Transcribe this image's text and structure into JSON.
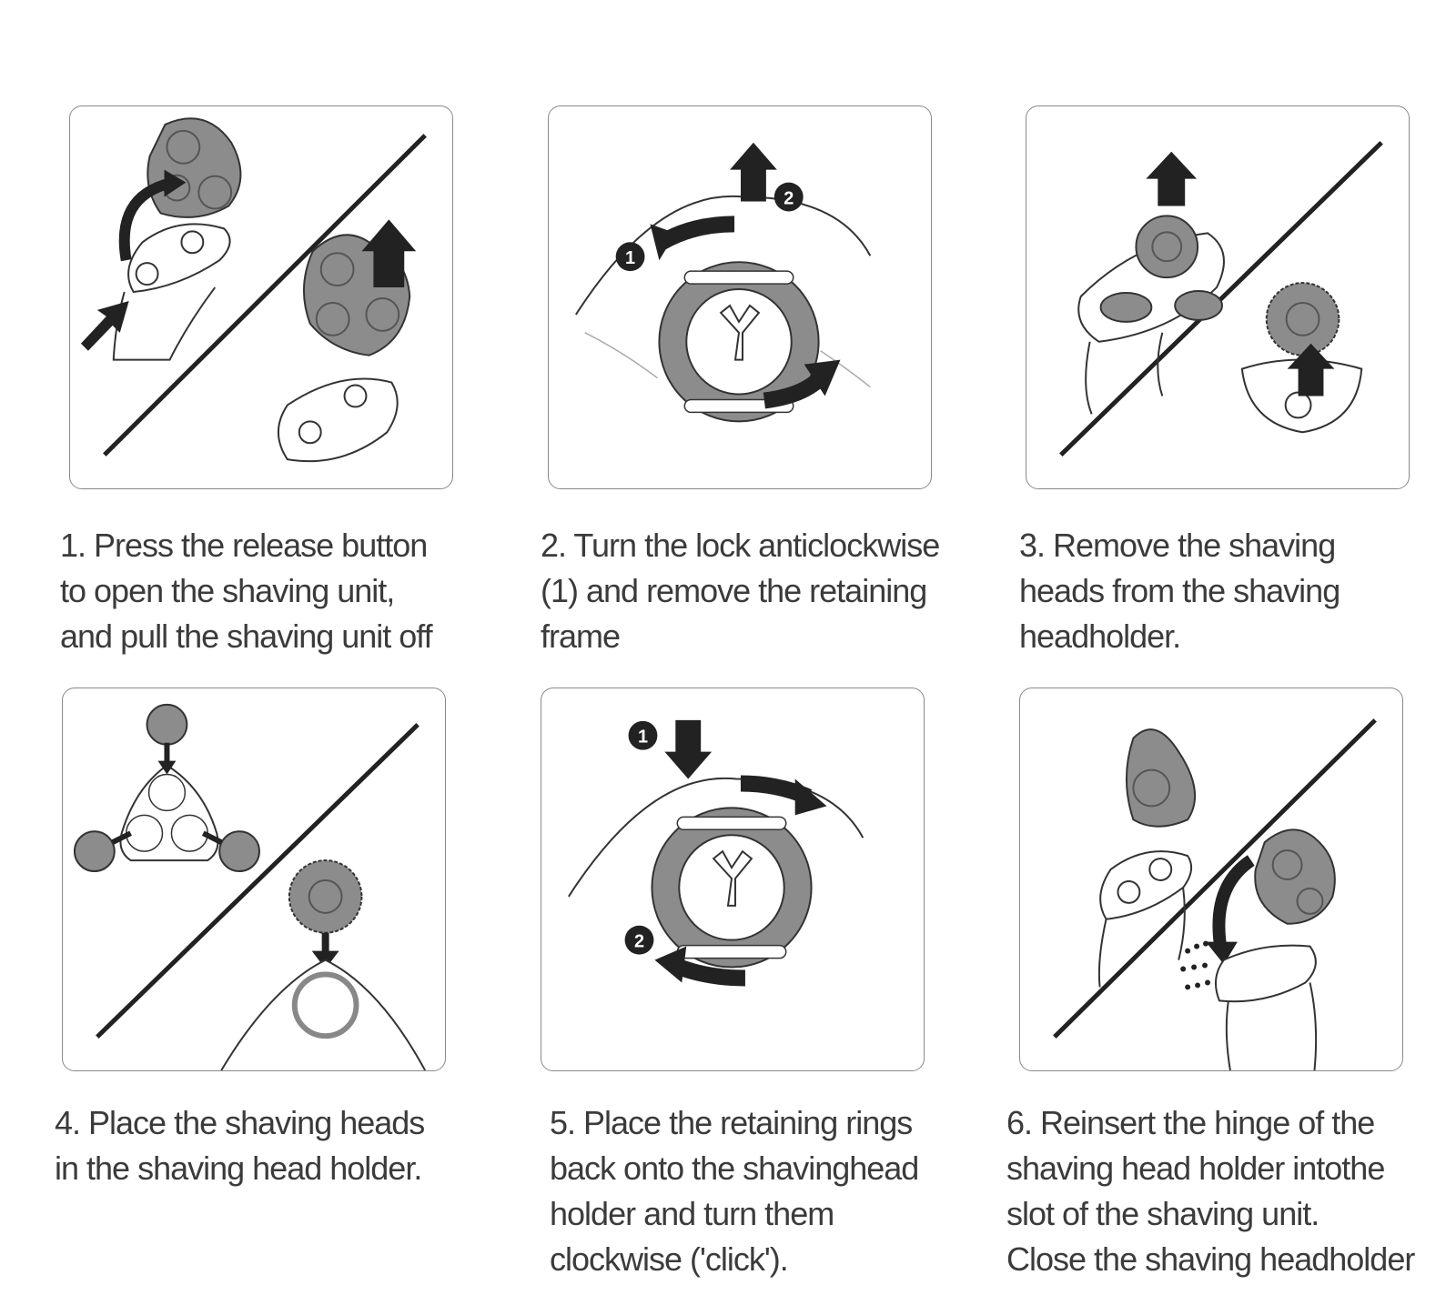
{
  "steps": [
    {
      "caption": [
        "1. Press the release button",
        "to open the shaving unit,",
        "and pull the shaving unit off"
      ]
    },
    {
      "caption": [
        "2. Turn the lock anticlockwise",
        "(1) and remove the retaining",
        "frame"
      ]
    },
    {
      "caption": [
        " 3. Remove the shaving",
        "heads from the shaving",
        "headholder."
      ]
    },
    {
      "caption": [
        "4. Place the shaving heads",
        "in the shaving head holder."
      ]
    },
    {
      "caption": [
        "5. Place the retaining rings",
        "back onto the shavinghead",
        "holder and turn them",
        "clockwise ('click')."
      ]
    },
    {
      "caption": [
        "6. Reinsert the hinge of the",
        "shaving head holder intothe",
        "slot of the shaving unit.",
        "Close the shaving headholder"
      ]
    }
  ],
  "markers": {
    "step2": [
      "1",
      "2"
    ],
    "step5": [
      "1",
      "2"
    ]
  },
  "colors": {
    "panel_border": "#8a8a8a",
    "text": "#3b3b3b",
    "illustration_fill": "#8c8c8c",
    "arrow": "#222222"
  }
}
